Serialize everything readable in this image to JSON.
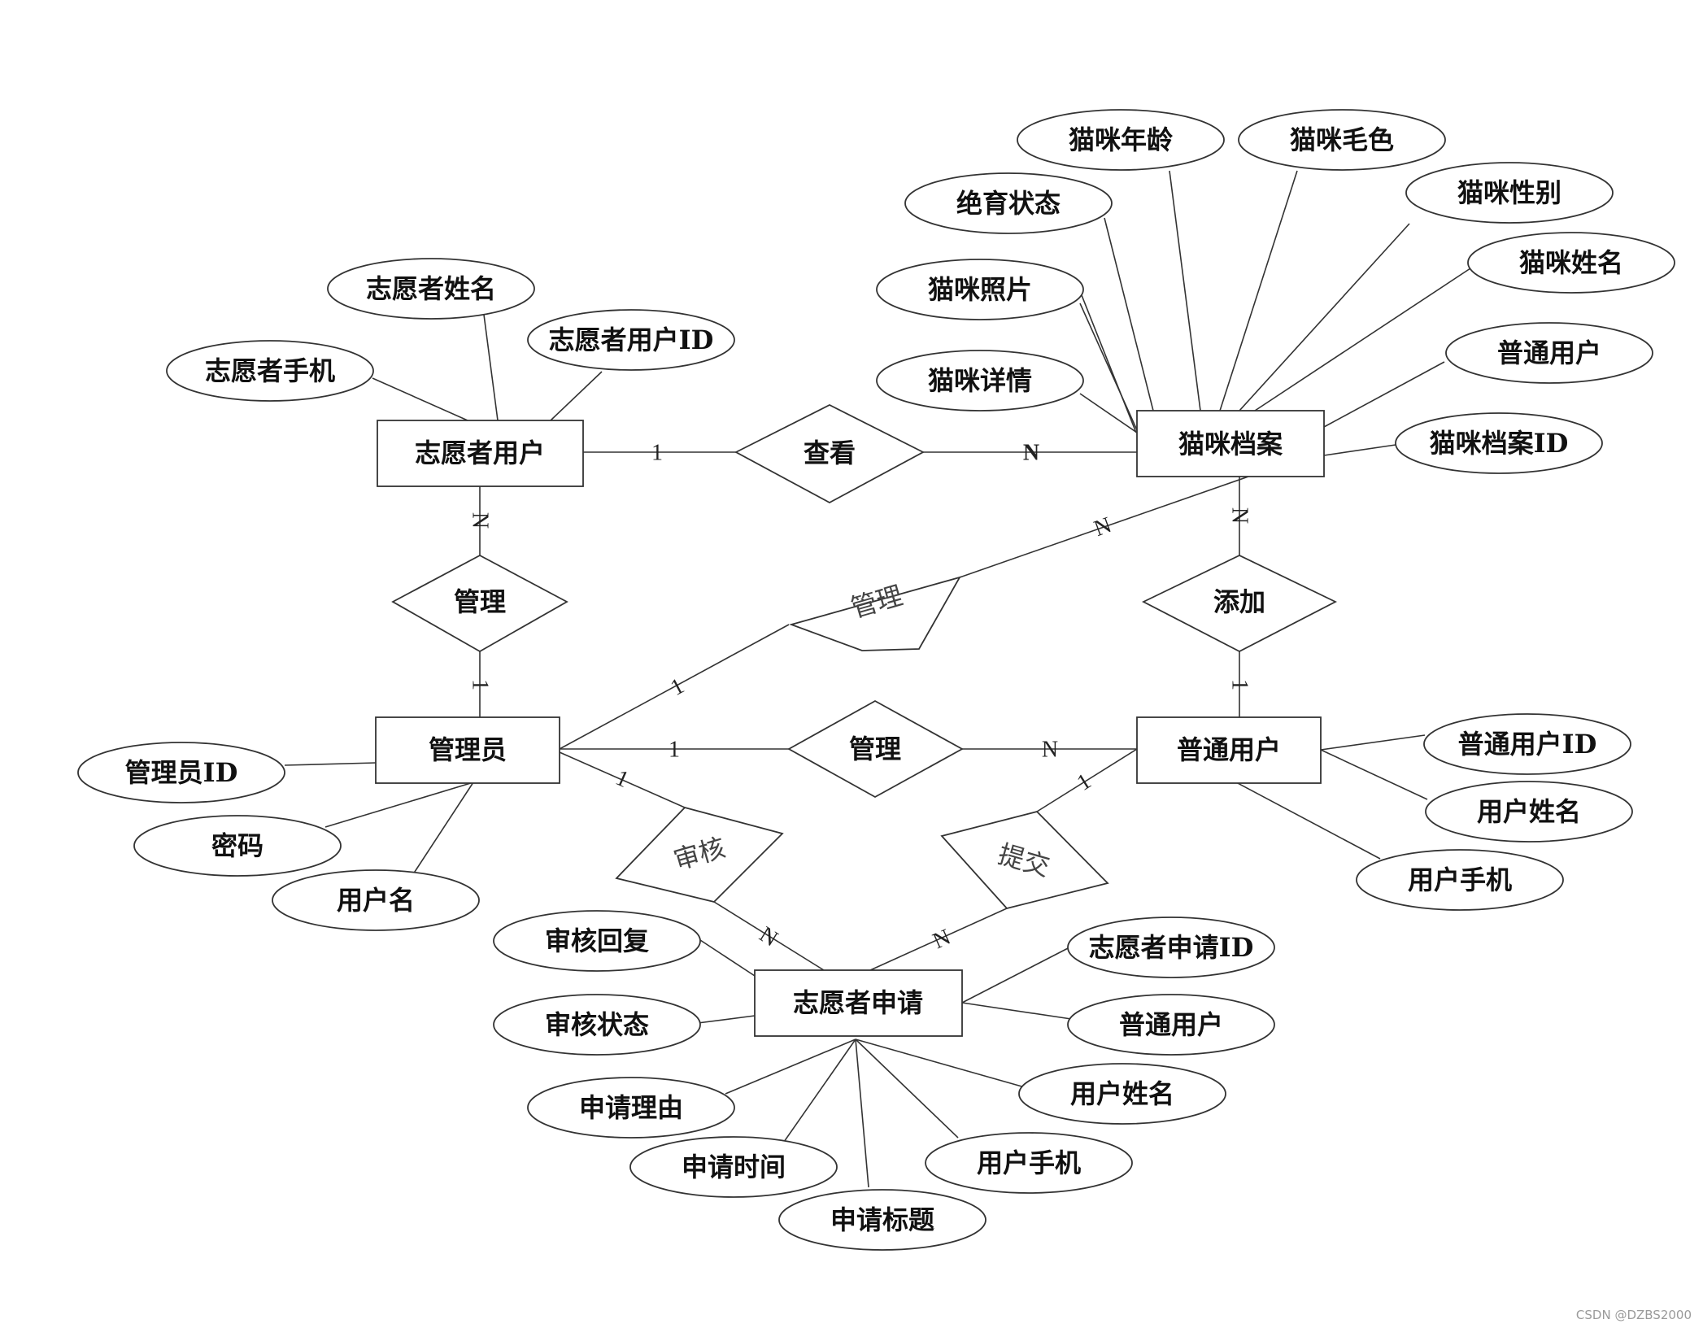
{
  "entities": {
    "volunteer_user": "志愿者用户",
    "cat_profile": "猫咪档案",
    "admin": "管理员",
    "regular_user": "普通用户",
    "volunteer_app": "志愿者申请"
  },
  "relationships": {
    "view": "查看",
    "manage_volunteer": "管理",
    "manage_cat": "管理",
    "manage_user": "管理",
    "add": "添加",
    "review": "审核",
    "submit": "提交"
  },
  "cardinality": {
    "one": "1",
    "many": "N"
  },
  "attributes": {
    "volunteer_user": [
      "志愿者姓名",
      "志愿者用户ID",
      "志愿者手机"
    ],
    "cat_profile": [
      "猫咪年龄",
      "猫咪毛色",
      "绝育状态",
      "猫咪性别",
      "猫咪照片",
      "猫咪姓名",
      "普通用户",
      "猫咪详情",
      "猫咪档案ID"
    ],
    "admin": [
      "管理员ID",
      "密码",
      "用户名"
    ],
    "regular_user": [
      "普通用户ID",
      "用户姓名",
      "用户手机"
    ],
    "volunteer_app": [
      "审核回复",
      "志愿者申请ID",
      "审核状态",
      "普通用户",
      "申请理由",
      "用户姓名",
      "申请时间",
      "用户手机",
      "申请标题"
    ]
  },
  "watermark": "CSDN @DZBS2000"
}
